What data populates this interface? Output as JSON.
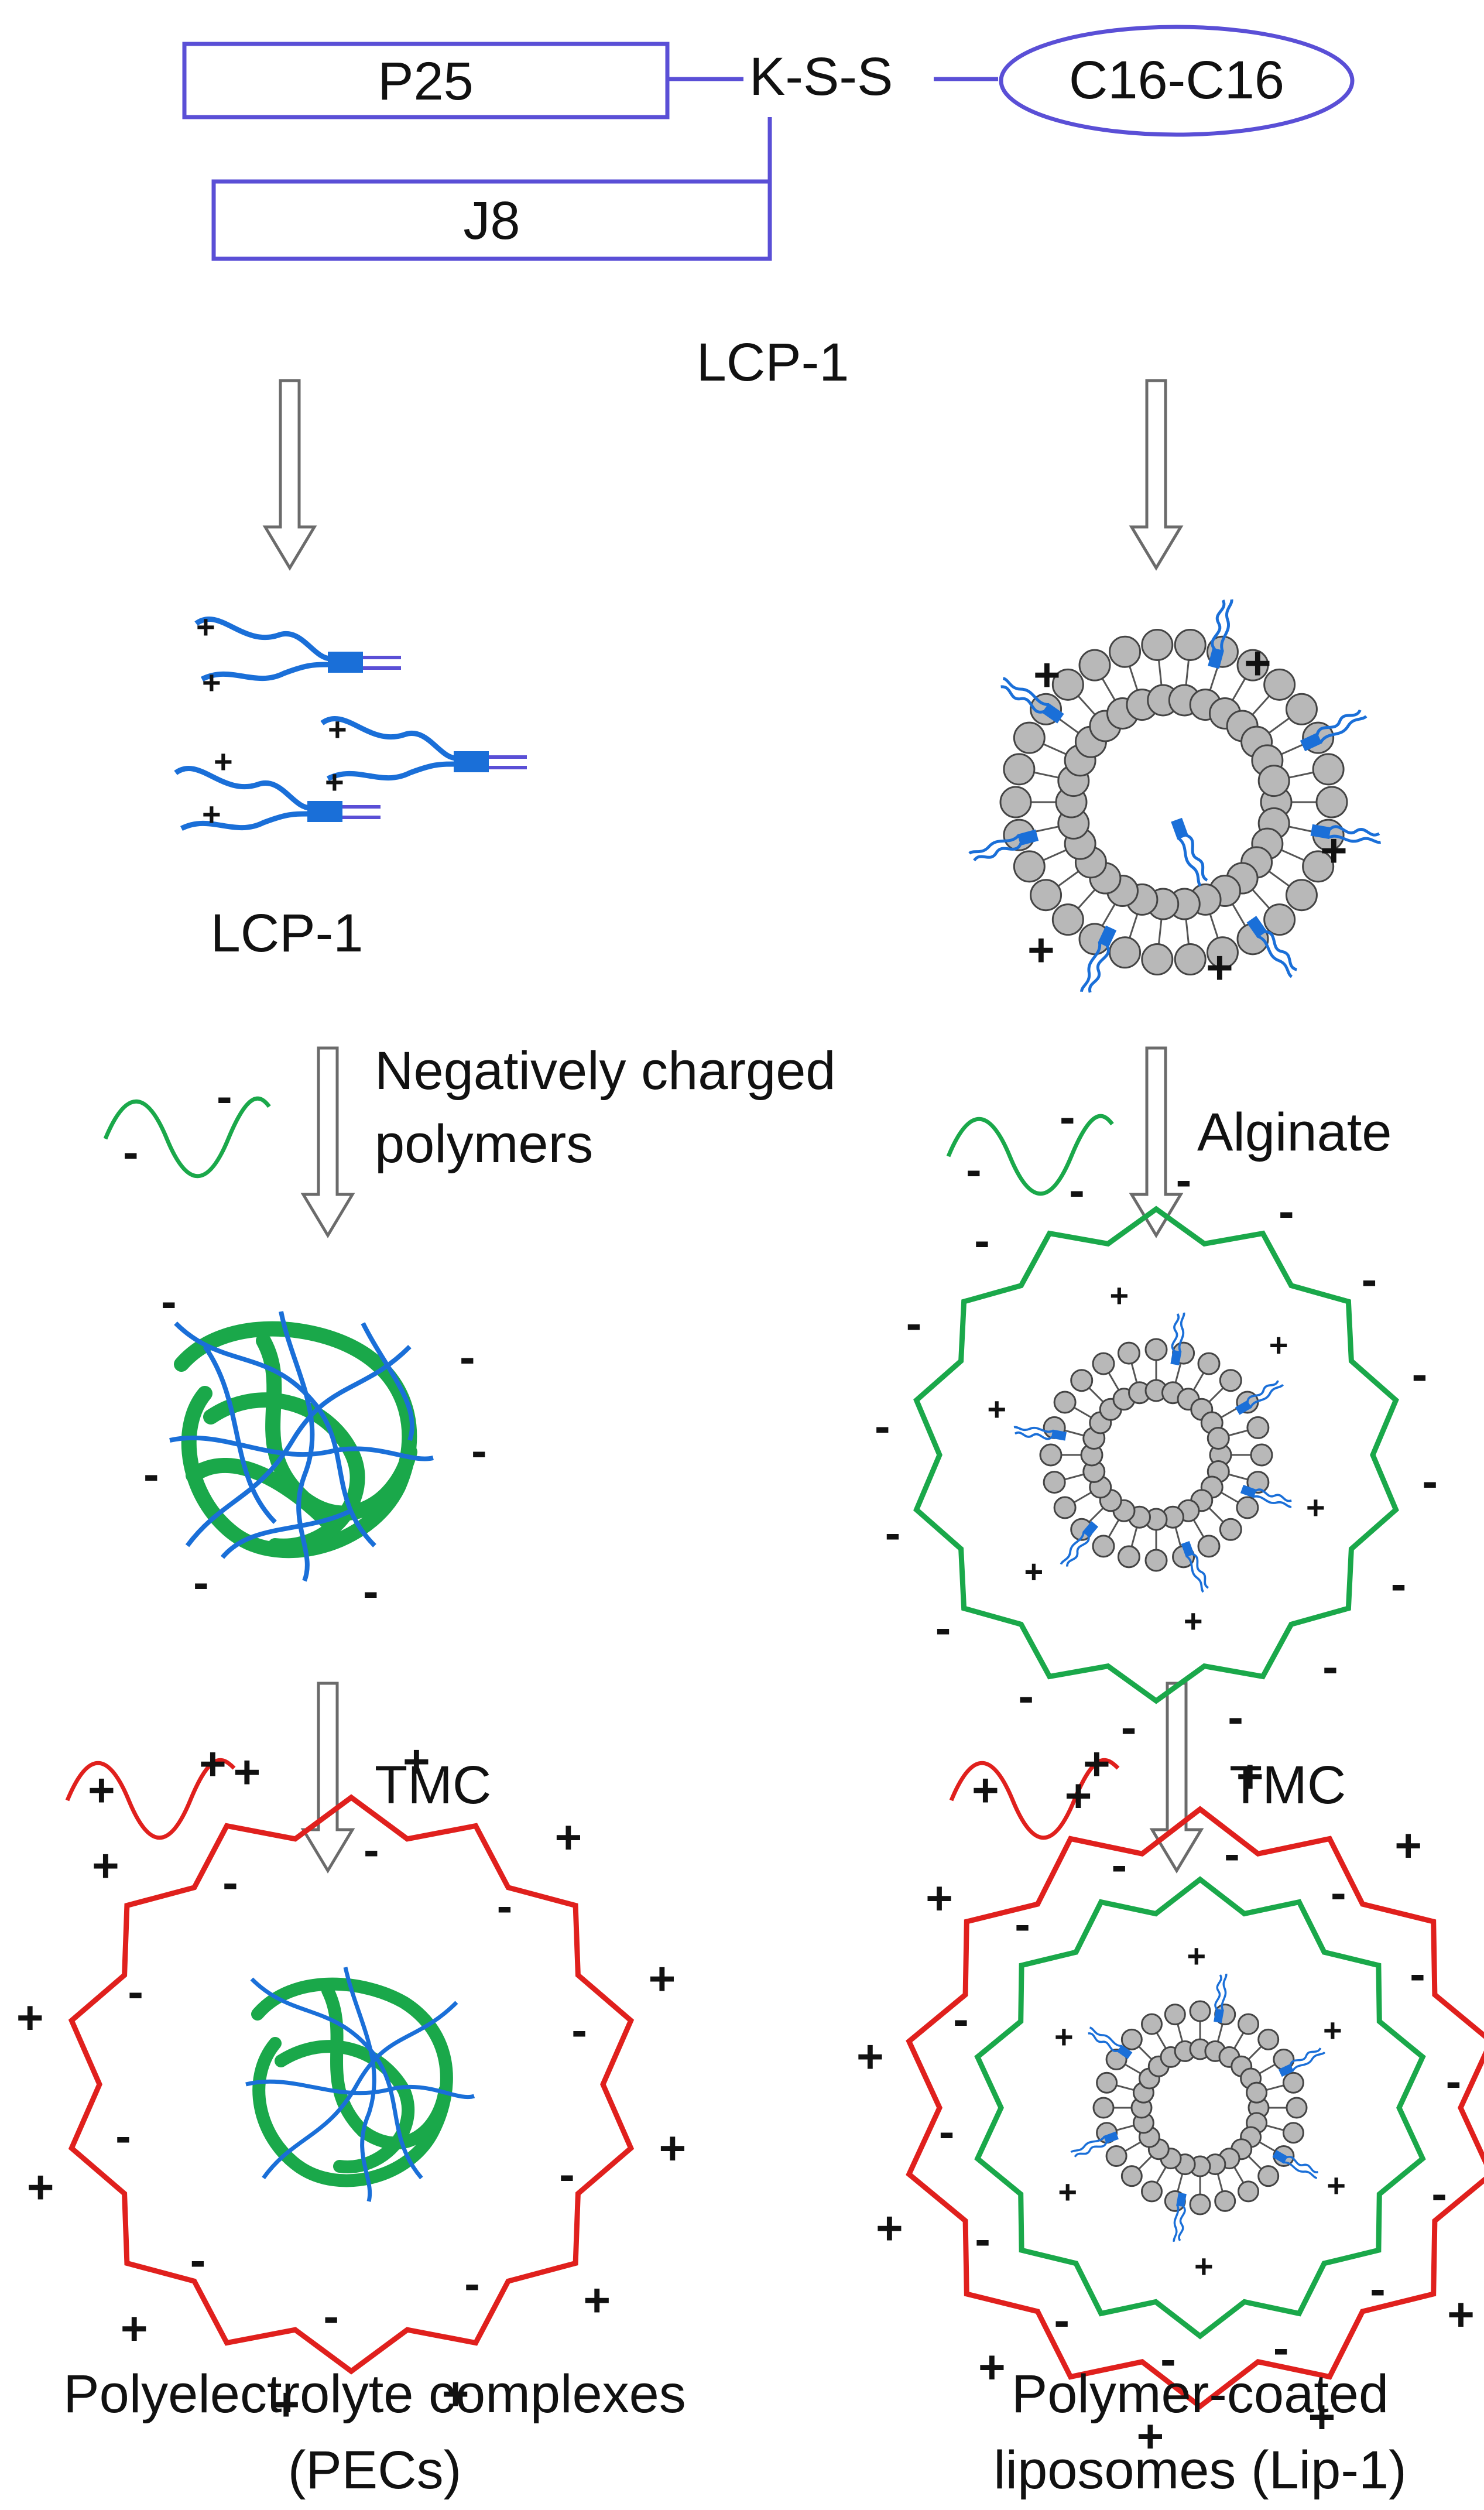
{
  "construct": {
    "p25": "P25",
    "j8": "J8",
    "linker": "K-S-S",
    "lipid": "C16-C16",
    "name": "LCP-1"
  },
  "left": {
    "lcp_label": "LCP-1",
    "step1_label_line1": "Negatively charged",
    "step1_label_line2": "polymers",
    "step2_label": "TMC",
    "final_line1": "Polyelectrolyte complexes",
    "final_line2": "(PECs)"
  },
  "right": {
    "step1_label": "Alginate",
    "step2_label": "TMC",
    "final_line1": "Polymer-coated",
    "final_line2": "liposomes (Lip-1)"
  },
  "signs": {
    "plus": "+",
    "minus": "-"
  },
  "colors": {
    "construct": "#5a4fd6",
    "peptide": "#1a6fd8",
    "alginate": "#1aa84a",
    "tmc": "#e0201d",
    "lipid_head": "#b8b8b8"
  }
}
